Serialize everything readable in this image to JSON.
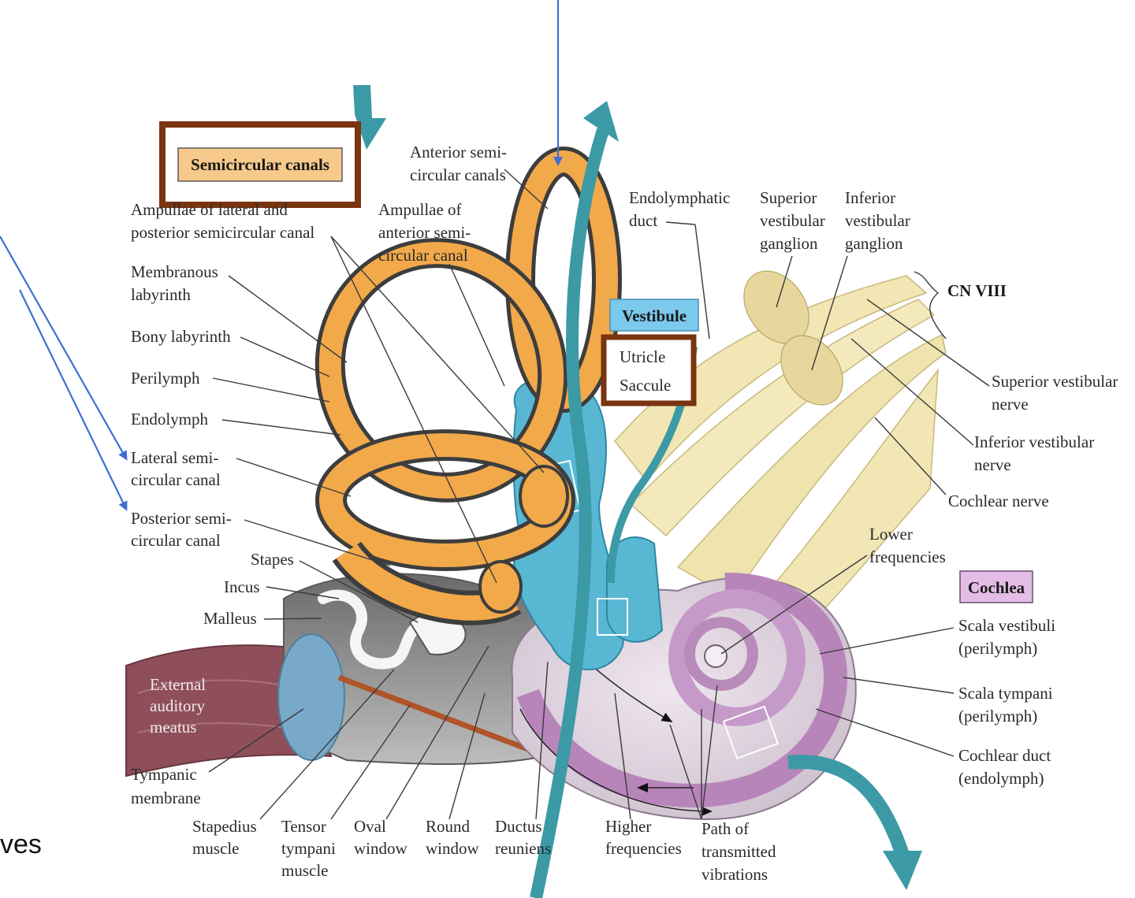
{
  "title_boxes": {
    "semicircular": "Semicircular canals",
    "vestibule": "Vestibule",
    "cochlea": "Cochlea"
  },
  "vestibule_parts": {
    "utricle": "Utricle",
    "saccule": "Saccule"
  },
  "cn_viii": "CN VIII",
  "fragment_text": "ves",
  "labels": {
    "ampullae_lateral_line1": "Ampullae of lateral and",
    "ampullae_lateral_line2": "posterior semicircular canal",
    "ampullae_anterior_line1": "Ampullae of",
    "ampullae_anterior_line2": "anterior semi-",
    "ampullae_anterior_line3": "circular canal",
    "anterior_canals_line1": "Anterior semi-",
    "anterior_canals_line2": "circular canals",
    "membranous_line1": "Membranous",
    "membranous_line2": "labyrinth",
    "bony": "Bony labyrinth",
    "perilymph": "Perilymph",
    "endolymph": "Endolymph",
    "lateral_line1": "Lateral semi-",
    "lateral_line2": "circular canal",
    "posterior_line1": "Posterior semi-",
    "posterior_line2": "circular canal",
    "stapes": "Stapes",
    "incus": "Incus",
    "malleus": "Malleus",
    "external_line1": "External",
    "external_line2": "auditory",
    "external_line3": "meatus",
    "tympanic_line1": "Tympanic",
    "tympanic_line2": "membrane",
    "stapedius_line1": "Stapedius",
    "stapedius_line2": "muscle",
    "tensor_line1": "Tensor",
    "tensor_line2": "tympani",
    "tensor_line3": "muscle",
    "oval_line1": "Oval",
    "oval_line2": "window",
    "round_line1": "Round",
    "round_line2": "window",
    "ductus_line1": "Ductus",
    "ductus_line2": "reuniens",
    "higher_line1": "Higher",
    "higher_line2": "frequencies",
    "path_line1": "Path of",
    "path_line2": "transmitted",
    "path_line3": "vibrations",
    "endolymphatic_line1": "Endolymphatic",
    "endolymphatic_line2": "duct",
    "sup_ganglion_line1": "Superior",
    "sup_ganglion_line2": "vestibular",
    "sup_ganglion_line3": "ganglion",
    "inf_ganglion_line1": "Inferior",
    "inf_ganglion_line2": "vestibular",
    "inf_ganglion_line3": "ganglion",
    "sup_nerve_line1": "Superior vestibular",
    "sup_nerve_line2": "nerve",
    "inf_nerve_line1": "Inferior vestibular",
    "inf_nerve_line2": "nerve",
    "cochlear_nerve": "Cochlear nerve",
    "lower_line1": "Lower",
    "lower_line2": "frequencies",
    "scala_vestibuli_line1": "Scala vestibuli",
    "scala_vestibuli_line2": "(perilymph)",
    "scala_tympani_line1": "Scala tympani",
    "scala_tympani_line2": "(perilymph)",
    "cochlear_duct_line1": "Cochlear duct",
    "cochlear_duct_line2": "(endolymph)"
  },
  "colors": {
    "canal_orange": "#f2a94a",
    "canal_rim": "#3d3d3d",
    "vestibule_blue": "#58b8d4",
    "cochlea_purple": "#c79bc9",
    "nerve_cream": "#f1e6b4",
    "external_meatus": "#8e4f5b",
    "teal_arrow": "#3b9aa5",
    "annotation_box": "#7a3410",
    "annotation_arrow": "#3f6fd1"
  }
}
